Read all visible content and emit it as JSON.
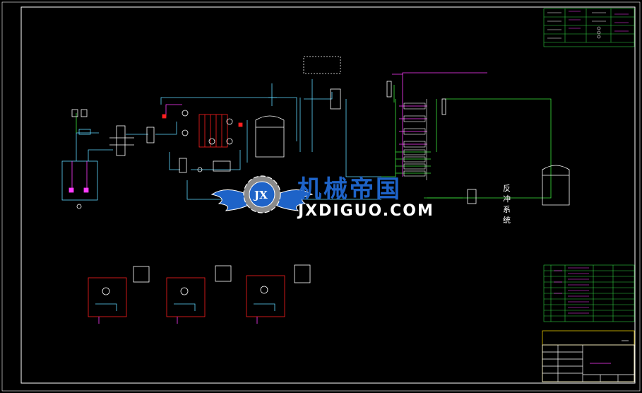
{
  "watermark": {
    "cn_text": "机械帝国",
    "en_text": "JXDIGUO.COM",
    "logo_text": "JX"
  },
  "side_label": [
    "反",
    "冲",
    "系",
    "统"
  ],
  "colors": {
    "background": "#000000",
    "frame": "#ffffff",
    "pipe_cyan": "#5fd7ff",
    "pipe_green": "#3ce63c",
    "pipe_magenta": "#ff3cff",
    "pipe_red": "#ff2020",
    "table_green": "#2ecc40",
    "title_yellow": "#ffe000",
    "watermark_blue": "#1e63c8"
  },
  "icons": [
    "gear-logo-icon",
    "wing-left-icon",
    "wing-right-icon"
  ]
}
